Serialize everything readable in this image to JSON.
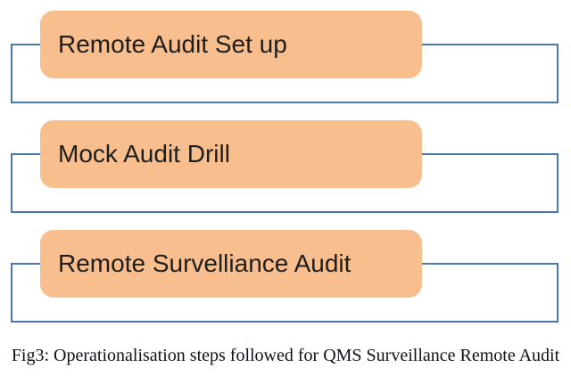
{
  "figure": {
    "caption": "Fig3: Operationalisation steps followed for QMS Surveillance Remote Audit"
  },
  "steps": [
    {
      "label": "Remote Audit Set up"
    },
    {
      "label": "Mock Audit Drill"
    },
    {
      "label": "Remote Survelliance Audit"
    }
  ],
  "colors": {
    "pill_fill": "#F8BE8D",
    "bracket_stroke": "#4A76B4",
    "text_color": "#1E1E1E",
    "caption_color": "#101018"
  }
}
